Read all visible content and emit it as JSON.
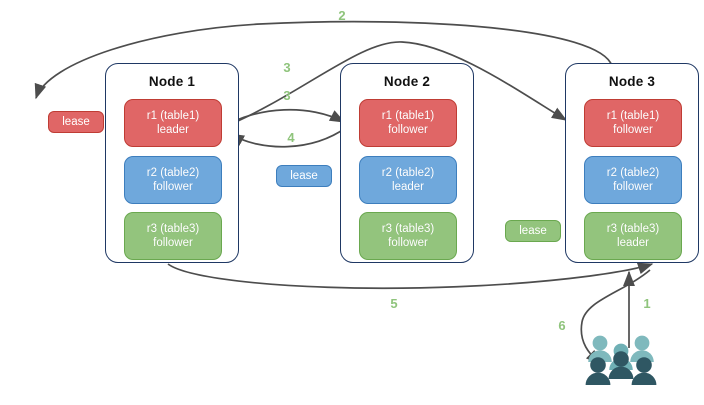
{
  "diagram": {
    "title": "Raft multi-node lease and range replica diagram",
    "colors": {
      "replica_red": "#e06666",
      "replica_red_border": "#bf3c34",
      "replica_blue": "#6fa8dc",
      "replica_blue_border": "#3d7ebd",
      "replica_green": "#93c47d",
      "replica_green_border": "#6aa84f",
      "node_border": "#1f3864",
      "arrow": "#4d4d4d",
      "step_label": "#8fc47c",
      "people_light": "#7fb9bd",
      "people_dark": "#2f5763"
    },
    "nodes": [
      {
        "id": "node-1",
        "title": "Node 1",
        "replicas": [
          {
            "id": "n1-r1",
            "name": "r1 (table1)",
            "role": "leader",
            "color": "red"
          },
          {
            "id": "n1-r2",
            "name": "r2 (table2)",
            "role": "follower",
            "color": "blue"
          },
          {
            "id": "n1-r3",
            "name": "r3 (table3)",
            "role": "follower",
            "color": "green"
          }
        ]
      },
      {
        "id": "node-2",
        "title": "Node 2",
        "replicas": [
          {
            "id": "n2-r1",
            "name": "r1 (table1)",
            "role": "follower",
            "color": "red"
          },
          {
            "id": "n2-r2",
            "name": "r2 (table2)",
            "role": "leader",
            "color": "blue"
          },
          {
            "id": "n2-r3",
            "name": "r3 (table3)",
            "role": "follower",
            "color": "green"
          }
        ]
      },
      {
        "id": "node-3",
        "title": "Node 3",
        "replicas": [
          {
            "id": "n3-r1",
            "name": "r1 (table1)",
            "role": "follower",
            "color": "red"
          },
          {
            "id": "n3-r2",
            "name": "r2 (table2)",
            "role": "follower",
            "color": "blue"
          },
          {
            "id": "n3-r3",
            "name": "r3 (table3)",
            "role": "leader",
            "color": "green"
          }
        ]
      }
    ],
    "leases": [
      {
        "id": "lease-r1",
        "label": "lease",
        "color": "red"
      },
      {
        "id": "lease-r2",
        "label": "lease",
        "color": "blue"
      },
      {
        "id": "lease-r3",
        "label": "lease",
        "color": "green"
      }
    ],
    "steps": [
      {
        "id": "step-1",
        "label": "1"
      },
      {
        "id": "step-2",
        "label": "2"
      },
      {
        "id": "step-3a",
        "label": "3"
      },
      {
        "id": "step-3b",
        "label": "3"
      },
      {
        "id": "step-4",
        "label": "4"
      },
      {
        "id": "step-5",
        "label": "5"
      },
      {
        "id": "step-6",
        "label": "6"
      }
    ],
    "actors": {
      "id": "client-group",
      "label": "people-group-icon"
    }
  }
}
